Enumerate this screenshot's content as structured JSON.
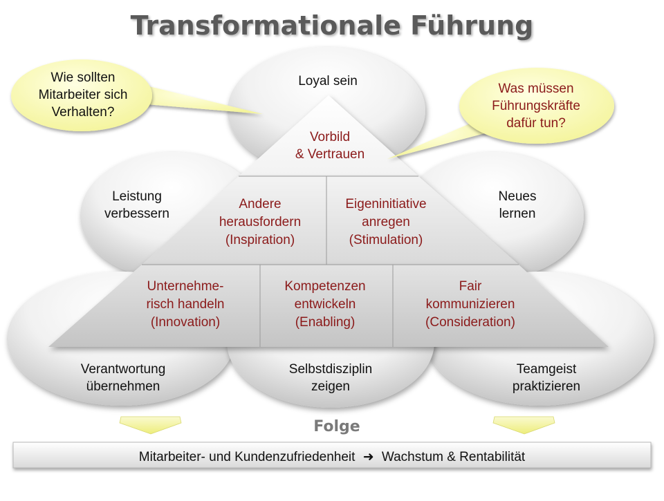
{
  "title": "Transformationale Führung",
  "colors": {
    "title": "#5a5a5a",
    "ellipse_text": "#111111",
    "pyramid_text": "#8b1a1a",
    "callout_left_text": "#111111",
    "callout_right_text": "#8b1a1a",
    "callout_fill": "#fbfbb4",
    "arrow_fill": "#f3f38a"
  },
  "callouts": {
    "left": {
      "lines": [
        "Wie sollten",
        "Mitarbeiter sich",
        "Verhalten?"
      ]
    },
    "right": {
      "lines": [
        "Was müssen",
        "Führungskräfte",
        "dafür tun?"
      ]
    }
  },
  "ellipses": {
    "top": {
      "lines": [
        "Loyal sein"
      ]
    },
    "mid_left": {
      "lines": [
        "Leistung",
        "verbessern"
      ]
    },
    "mid_right": {
      "lines": [
        "Neues",
        "lernen"
      ]
    },
    "bottom_left": {
      "lines": [
        "Verantwortung",
        "übernehmen"
      ]
    },
    "bottom_center": {
      "lines": [
        "Selbstdisziplin",
        "zeigen"
      ]
    },
    "bottom_right": {
      "lines": [
        "Teamgeist",
        "praktizieren"
      ]
    }
  },
  "pyramid": {
    "apex": {
      "lines": [
        "Vorbild",
        "& Vertrauen"
      ]
    },
    "mid_left": {
      "lines": [
        "Andere",
        "herausfordern",
        "(Inspiration)"
      ]
    },
    "mid_right": {
      "lines": [
        "Eigeninitiative",
        "anregen",
        "(Stimulation)"
      ]
    },
    "base_left": {
      "lines": [
        "Unternehme-",
        "risch handeln",
        "(Innovation)"
      ]
    },
    "base_center": {
      "lines": [
        "Kompetenzen",
        "entwickeln",
        "(Enabling)"
      ]
    },
    "base_right": {
      "lines": [
        "Fair",
        "kommunizieren",
        "(Consideration)"
      ]
    }
  },
  "folge_label": "Folge",
  "result_bar": {
    "left": "Mitarbeiter- und Kundenzufriedenheit",
    "arrow_icon": "right-arrow-icon",
    "right": "Wachstum & Rentabilität"
  }
}
